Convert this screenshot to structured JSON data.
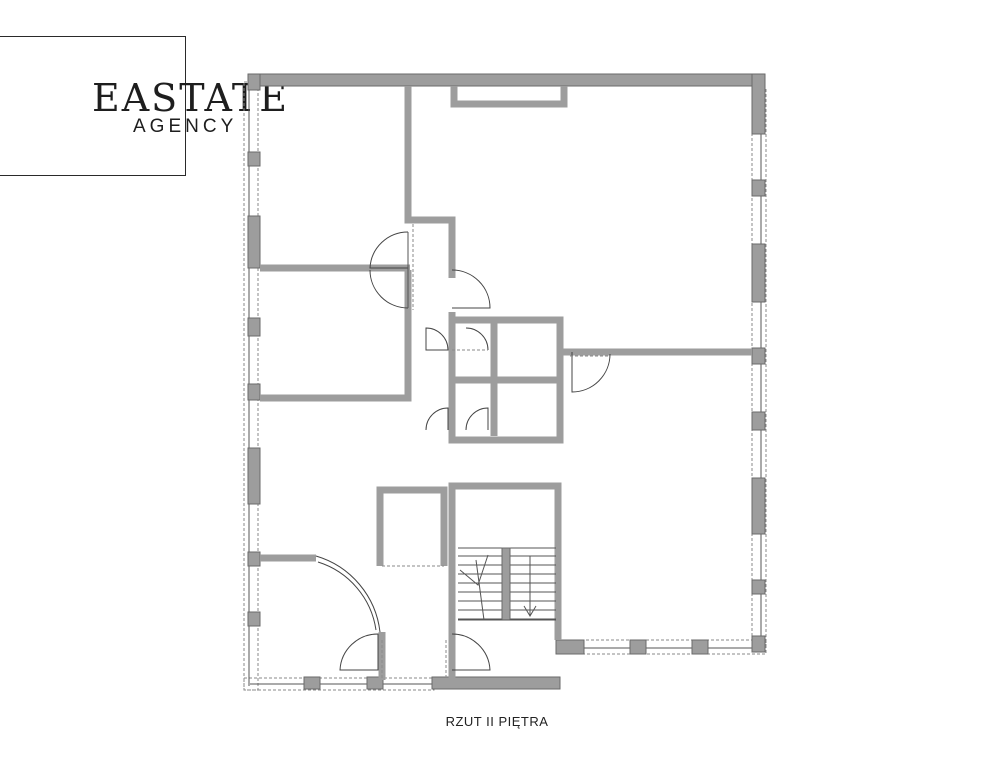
{
  "logo": {
    "brand": "EASTATE",
    "sub": "AGENCY"
  },
  "caption": "RZUT II PIĘTRA",
  "colors": {
    "wall_fill": "#9d9d9d",
    "line": "#444444",
    "background": "#ffffff"
  }
}
